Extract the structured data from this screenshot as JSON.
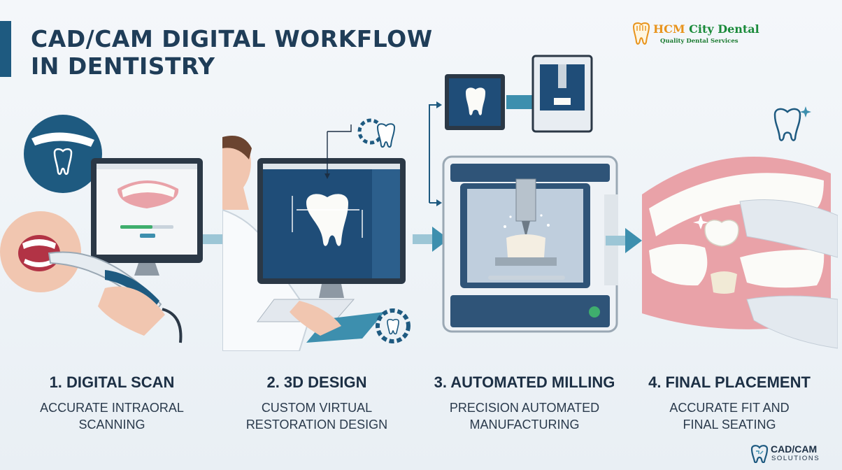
{
  "title": "CAD/CAM DIGITAL WORKFLOW\nIN DENTISTRY",
  "brand": {
    "name_highlight": "HCM",
    "name_rest": " City Dental",
    "tagline": "Quality Dental Services"
  },
  "steps": [
    {
      "title": "1. DIGITAL SCAN",
      "description": "ACCURATE INTRAORAL\nSCANNING"
    },
    {
      "title": "2. 3D DESIGN",
      "description": "CUSTOM VIRTUAL\nRESTORATION DESIGN"
    },
    {
      "title": "3. AUTOMATED MILLING",
      "description": "PRECISION AUTOMATED\nMANUFACTURING"
    },
    {
      "title": "4. FINAL PLACEMENT",
      "description": "ACCURATE FIT AND\nFINAL SEATING"
    }
  ],
  "footer": {
    "name": "CAD/CAM",
    "sub": "SOLUTIONS"
  },
  "colors": {
    "accent": "#1e5a80",
    "arrow": "#3d8fae",
    "brand_green": "#1a8a3a",
    "brand_orange": "#e8931b"
  }
}
